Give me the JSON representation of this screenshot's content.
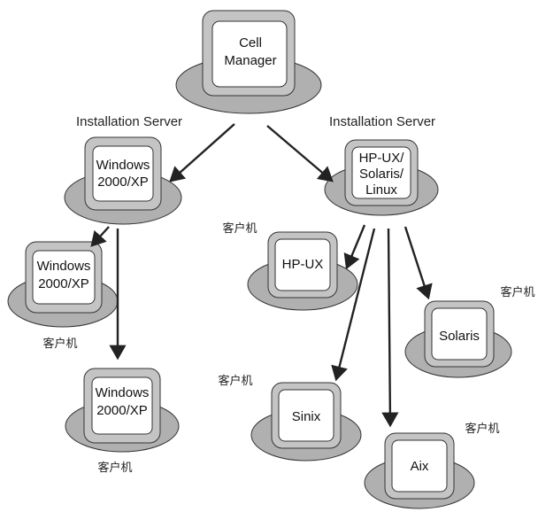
{
  "nodes": {
    "cell_manager": [
      "Cell",
      "Manager"
    ],
    "install_server_win": [
      "Windows",
      "2000/XP"
    ],
    "install_server_unix": [
      "HP-UX/",
      "Solaris/",
      "Linux"
    ],
    "client_win_1": [
      "Windows",
      "2000/XP"
    ],
    "client_win_2": [
      "Windows",
      "2000/XP"
    ],
    "client_hpux": [
      "HP-UX"
    ],
    "client_solaris": [
      "Solaris"
    ],
    "client_sinix": [
      "Sinix"
    ],
    "client_aix": [
      "Aix"
    ]
  },
  "captions": {
    "install_server_left": "Installation Server",
    "install_server_right": "Installation Server"
  },
  "client_label": "客户机"
}
